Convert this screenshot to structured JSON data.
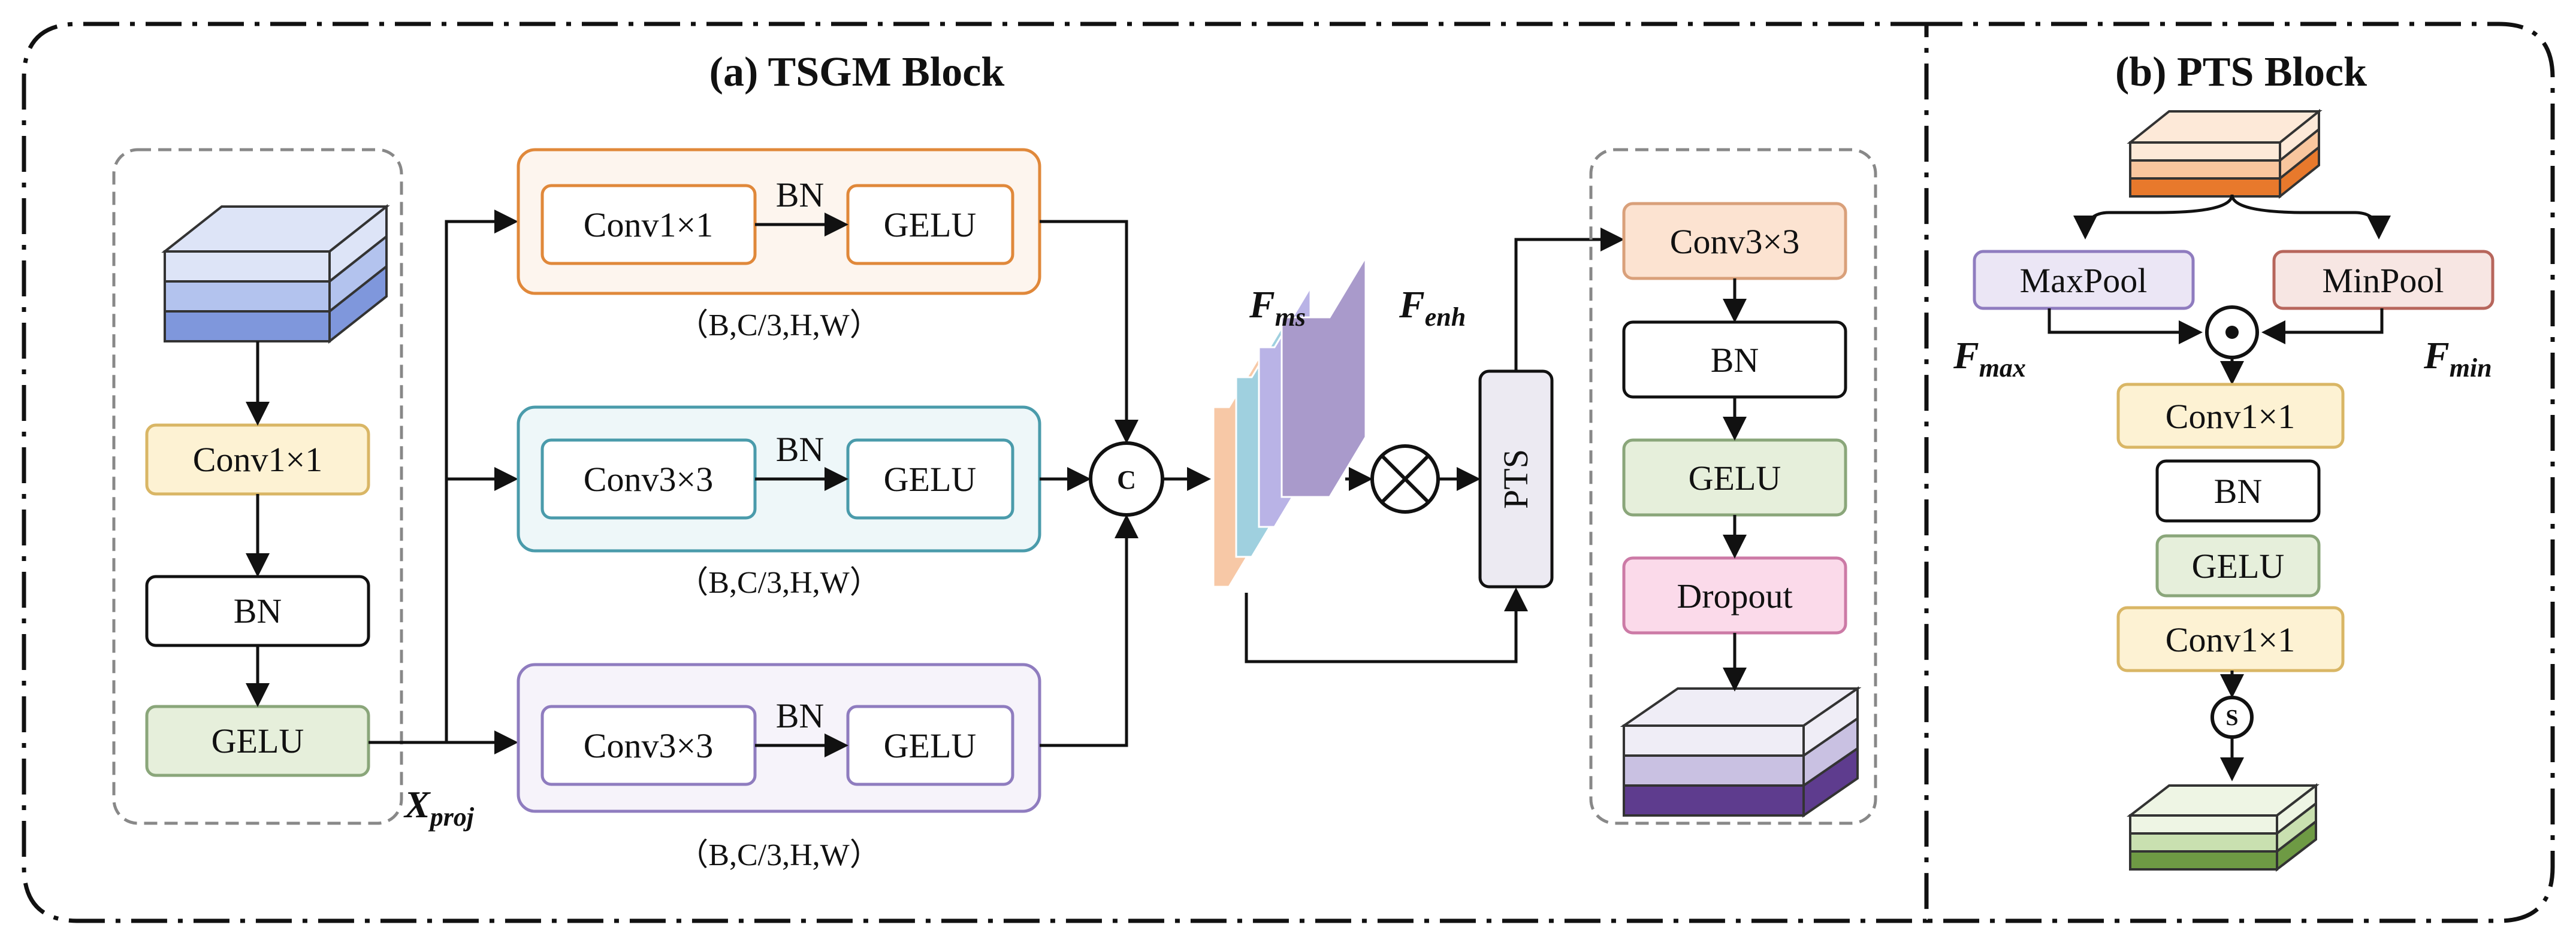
{
  "panels": {
    "left_title": "(a) TSGM Block",
    "right_title": "(b) PTS Block"
  },
  "tsgm": {
    "input_stack": {
      "name": "input-feature-stack",
      "colors": [
        "#dde4f7",
        "#b3c3ee",
        "#7f97dc"
      ]
    },
    "proj": {
      "conv": "Conv1×1",
      "bn": "BN",
      "gelu": "GELU",
      "output_symbol": "X",
      "output_sub": "proj"
    },
    "branches": [
      {
        "conv": "Conv1×1",
        "bn": "BN",
        "act": "GELU",
        "shape": "（B,C/3,H,W）",
        "color": "#e0883a",
        "fill": "#fdf5ee"
      },
      {
        "conv": "Conv3×3",
        "bn": "BN",
        "act": "GELU",
        "shape": "（B,C/3,H,W）",
        "color": "#4a9bab",
        "fill": "#eef7f9"
      },
      {
        "conv": "Conv3×3",
        "bn": "BN",
        "act": "GELU",
        "shape": "（B,C/3,H,W）",
        "color": "#8f7cbf",
        "fill": "#f6f3fa"
      }
    ],
    "concat_op": "C",
    "fms": {
      "symbol": "F",
      "sub": "ms",
      "colors": [
        "#f7c8a6",
        "#9fd0df",
        "#b9b3e6",
        "#a99acb"
      ]
    },
    "fenh": {
      "symbol": "F",
      "sub": "enh"
    },
    "pts_label": "PTS",
    "head": [
      "Conv3×3",
      "BN",
      "GELU",
      "Dropout"
    ],
    "output_stack": {
      "name": "output-feature-stack",
      "colors": [
        "#efedf6",
        "#c9c1e2",
        "#5e3c8e"
      ]
    }
  },
  "pts": {
    "input_stack": {
      "name": "pts-input-stack",
      "colors": [
        "#fde9d8",
        "#f9c69e",
        "#e8792c"
      ]
    },
    "maxpool": "MaxPool",
    "minpool": "MinPool",
    "fmax": {
      "symbol": "F",
      "sub": "max"
    },
    "fmin": {
      "symbol": "F",
      "sub": "min"
    },
    "mult_op": "⊙",
    "layers": [
      "Conv1×1",
      "BN",
      "GELU",
      "Conv1×1"
    ],
    "sigmoid_op": "S",
    "output_stack": {
      "name": "pts-output-stack",
      "colors": [
        "#eef5e4",
        "#c9e0b0",
        "#6e9a44"
      ]
    }
  },
  "palette": {
    "conv1_fill": "#fdf2d3",
    "conv1_stroke": "#d9b665",
    "gelu_fill": "#e6efdb",
    "gelu_stroke": "#8aa67a",
    "conv3_fill": "#fce3d1",
    "conv3_stroke": "#d9a07a",
    "dropout_fill": "#fbdaea",
    "dropout_stroke": "#cc7aa6",
    "pts_fill": "#eceaf2",
    "maxpool_fill": "#ebe6f5",
    "maxpool_stroke": "#8f7cbf",
    "minpool_fill": "#f7e6e3",
    "minpool_stroke": "#b7665c"
  }
}
